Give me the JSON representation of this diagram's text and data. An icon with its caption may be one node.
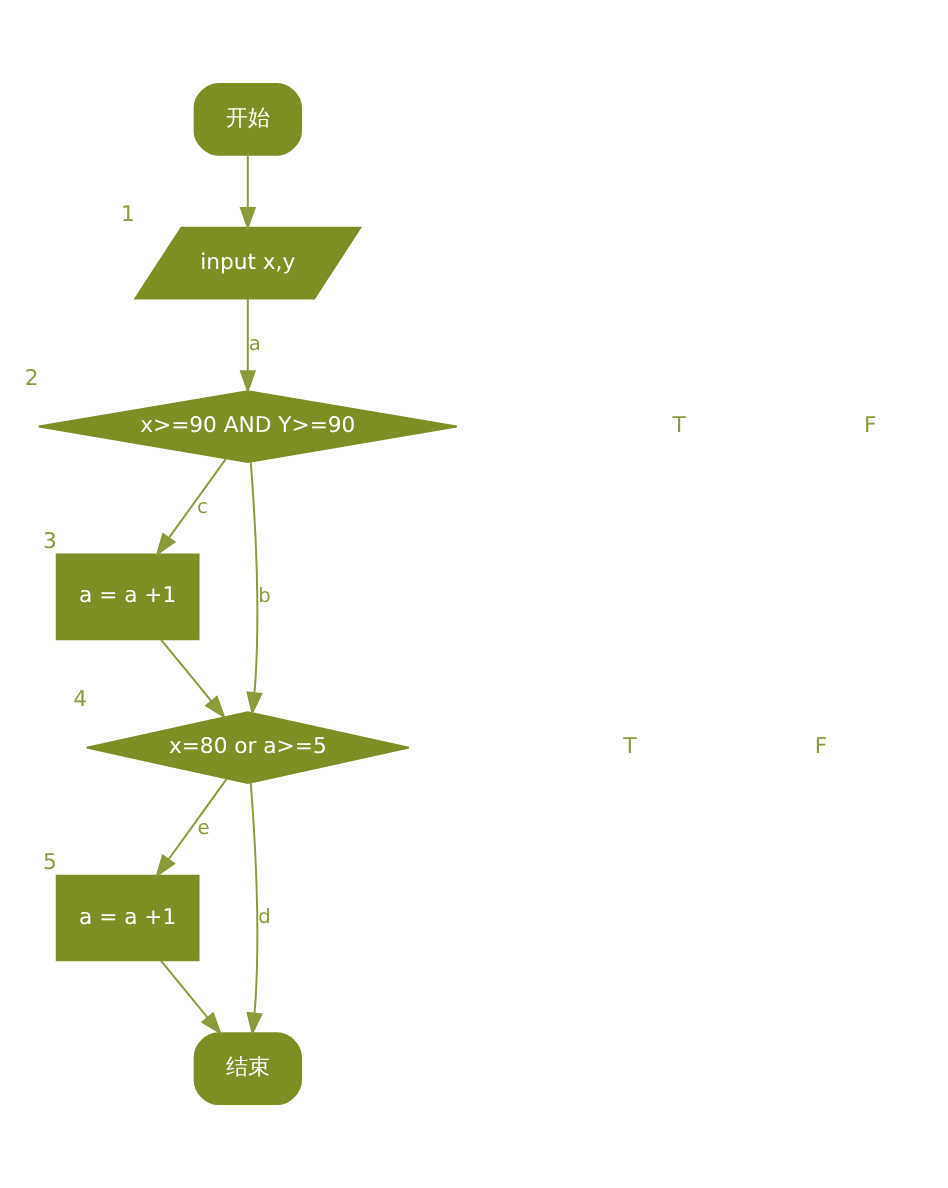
{
  "diagram": {
    "nodes": [
      {
        "text": [
          "开始"
        ]
      },
      {
        "text": [
          "input x,y"
        ],
        "beside": [
          "1"
        ]
      },
      {
        "text": [
          "x>=90 AND Y>=90"
        ],
        "beside": [
          "2"
        ]
      },
      {
        "text": [
          "a = a +1"
        ],
        "beside": [
          "3"
        ]
      },
      {
        "text": [
          "x=80 or a>=5"
        ],
        "beside": [
          "4"
        ]
      },
      {
        "text": [
          "a = a +1"
        ],
        "beside": [
          "5"
        ]
      },
      {
        "text": [
          "结束"
        ]
      }
    ],
    "edges": [
      {
        "from": 0,
        "to": 1,
        "arrow": "to"
      },
      {
        "from": 1,
        "to": 2,
        "arrow": "to",
        "label": "a"
      },
      {
        "from": 2,
        "to": 3,
        "arrow": "to",
        "label": "c"
      },
      {
        "from": 2,
        "to": 4,
        "arrow": "to",
        "label": "b"
      },
      {
        "from": 3,
        "to": 4,
        "arrow": "to"
      },
      {
        "from": 4,
        "to": 5,
        "arrow": "to",
        "label": "e"
      },
      {
        "from": 4,
        "to": 6,
        "arrow": "to",
        "label": "d"
      },
      {
        "from": 5,
        "to": 6,
        "arrow": "to"
      }
    ],
    "labels": [
      "F",
      "T",
      "F",
      "T"
    ]
  }
}
